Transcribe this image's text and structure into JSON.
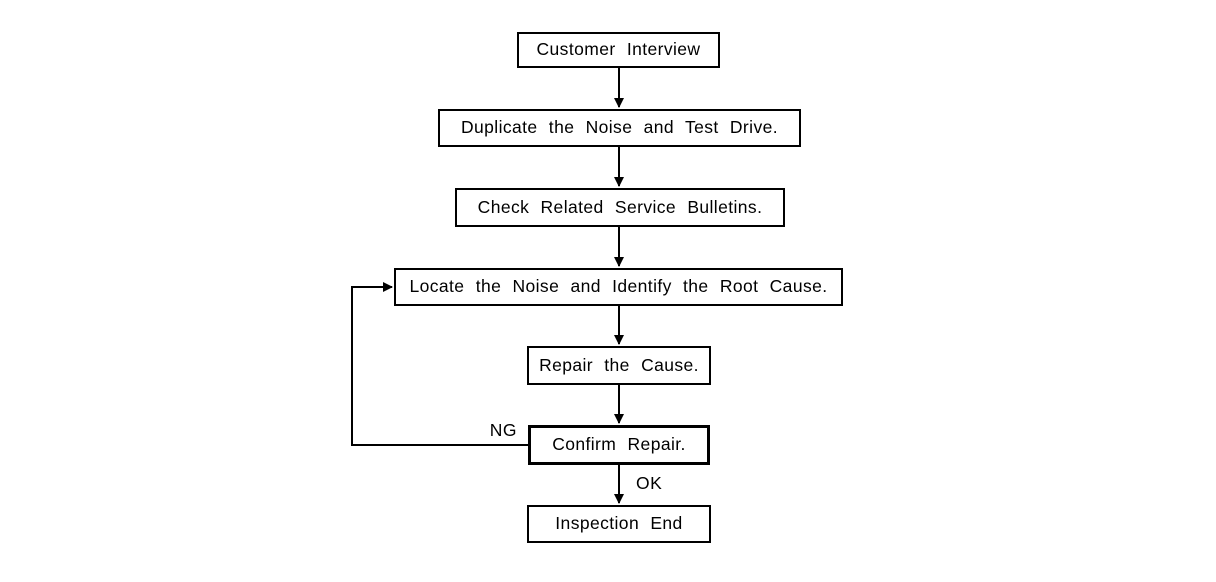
{
  "flowchart": {
    "colors": {
      "background": "#ffffff",
      "line": "#000000",
      "text": "#000000"
    },
    "nodes": [
      {
        "id": "customer-interview",
        "label": "Customer Interview",
        "emphasized": false
      },
      {
        "id": "duplicate-noise",
        "label": "Duplicate the Noise and Test Drive.",
        "emphasized": false
      },
      {
        "id": "check-service-bulletins",
        "label": "Check Related Service Bulletins.",
        "emphasized": false
      },
      {
        "id": "locate-noise-root-cause",
        "label": "Locate the Noise and Identify the Root Cause.",
        "emphasized": false
      },
      {
        "id": "repair-cause",
        "label": "Repair the Cause.",
        "emphasized": false
      },
      {
        "id": "confirm-repair",
        "label": "Confirm Repair.",
        "emphasized": true
      },
      {
        "id": "inspection-end",
        "label": "Inspection End",
        "emphasized": false
      }
    ],
    "edges": [
      {
        "from": "customer-interview",
        "to": "duplicate-noise",
        "label": ""
      },
      {
        "from": "duplicate-noise",
        "to": "check-service-bulletins",
        "label": ""
      },
      {
        "from": "check-service-bulletins",
        "to": "locate-noise-root-cause",
        "label": ""
      },
      {
        "from": "locate-noise-root-cause",
        "to": "repair-cause",
        "label": ""
      },
      {
        "from": "repair-cause",
        "to": "confirm-repair",
        "label": ""
      },
      {
        "from": "confirm-repair",
        "to": "inspection-end",
        "label": "OK"
      },
      {
        "from": "confirm-repair",
        "to": "locate-noise-root-cause",
        "label": "NG",
        "style": "loop-back"
      }
    ],
    "edge_labels": {
      "ng": "NG",
      "ok": "OK"
    }
  }
}
